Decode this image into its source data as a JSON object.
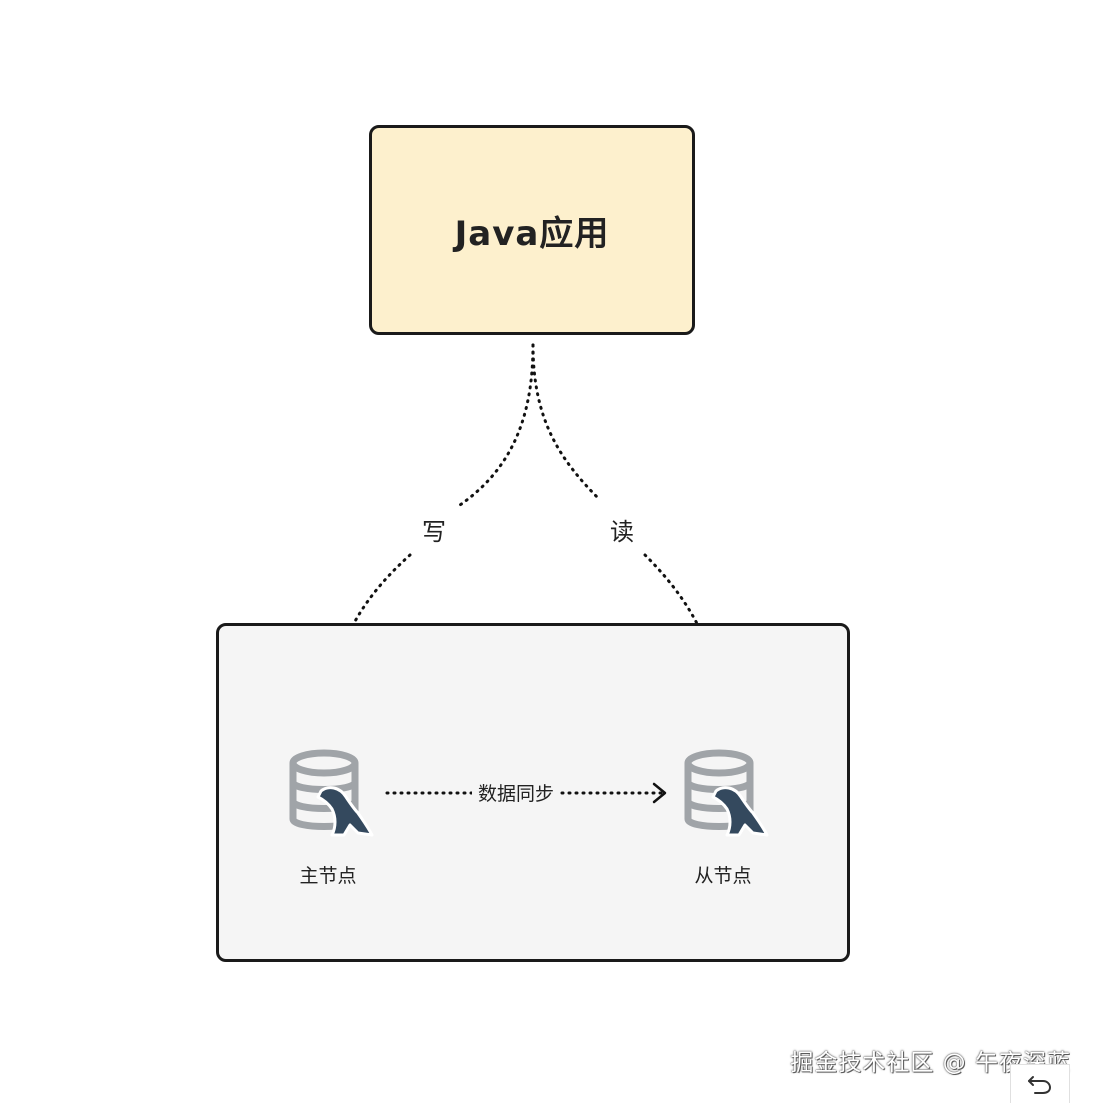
{
  "app": {
    "title": "Java应用"
  },
  "edges": {
    "write_label": "写",
    "read_label": "读",
    "sync_label": "数据同步"
  },
  "nodes": {
    "master_label": "主节点",
    "slave_label": "从节点",
    "icon": "mysql-database-icon"
  },
  "watermark": {
    "text": "掘金技术社区 @ 午夜深蓝"
  },
  "toolbar": {
    "undo_icon": "undo-icon"
  },
  "colors": {
    "app_fill": "#fdf0cd",
    "cluster_fill": "#f5f5f5",
    "border": "#1a1a1a",
    "db_gray": "#a0a4a8",
    "dolphin": "#34495e"
  }
}
